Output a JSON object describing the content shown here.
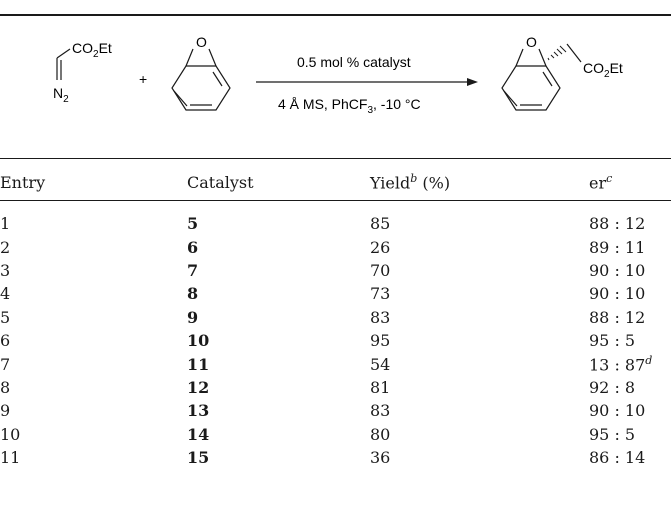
{
  "scheme": {
    "reagent_group": "CO",
    "reagent_group_sub": "2",
    "reagent_group_tail": "Et",
    "diazo_label": "N",
    "diazo_sub": "2",
    "plus": "+",
    "oxygen": "O",
    "arrow_above": "0.5 mol % catalyst",
    "arrow_below_pre": "4 Å  MS, PhCF",
    "arrow_below_sub": "3",
    "arrow_below_post": ", -10 °C",
    "product_group": "CO",
    "product_group_sub": "2",
    "product_group_tail": "Et"
  },
  "table": {
    "headers": {
      "entry": "Entry",
      "catalyst": "Catalyst",
      "yield": "Yield",
      "yield_sup": "b",
      "yield_unit": " (%)",
      "er": "er",
      "er_sup": "c"
    },
    "rows": [
      {
        "entry": "1",
        "catalyst": "5",
        "yield": "85",
        "er": "88 : 12",
        "er_sup": ""
      },
      {
        "entry": "2",
        "catalyst": "6",
        "yield": "26",
        "er": "89 : 11",
        "er_sup": ""
      },
      {
        "entry": "3",
        "catalyst": "7",
        "yield": "70",
        "er": "90 : 10",
        "er_sup": ""
      },
      {
        "entry": "4",
        "catalyst": "8",
        "yield": "73",
        "er": "90 : 10",
        "er_sup": ""
      },
      {
        "entry": "5",
        "catalyst": "9",
        "yield": "83",
        "er": "88 : 12",
        "er_sup": ""
      },
      {
        "entry": "6",
        "catalyst": "10",
        "yield": "95",
        "er": "95 : 5",
        "er_sup": ""
      },
      {
        "entry": "7",
        "catalyst": "11",
        "yield": "54",
        "er": "13 : 87",
        "er_sup": "d"
      },
      {
        "entry": "8",
        "catalyst": "12",
        "yield": "81",
        "er": "92 : 8",
        "er_sup": ""
      },
      {
        "entry": "9",
        "catalyst": "13",
        "yield": "83",
        "er": "90 : 10",
        "er_sup": ""
      },
      {
        "entry": "10",
        "catalyst": "14",
        "yield": "80",
        "er": "95 : 5",
        "er_sup": ""
      },
      {
        "entry": "11",
        "catalyst": "15",
        "yield": "36",
        "er": "86 : 14",
        "er_sup": ""
      }
    ]
  }
}
